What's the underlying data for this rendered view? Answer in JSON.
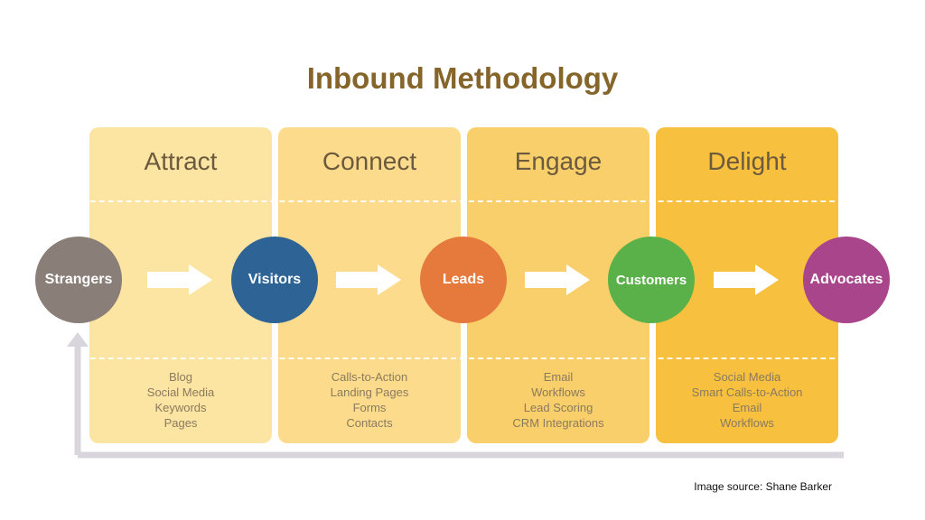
{
  "title": "Inbound Methodology",
  "stages": [
    {
      "name": "Attract",
      "items": [
        "Blog",
        "Social Media",
        "Keywords",
        "Pages"
      ],
      "color": "#fce4a3"
    },
    {
      "name": "Connect",
      "items": [
        "Calls-to-Action",
        "Landing Pages",
        "Forms",
        "Contacts"
      ],
      "color": "#fcdc8c"
    },
    {
      "name": "Engage",
      "items": [
        "Email",
        "Workflows",
        "Lead Scoring",
        "CRM Integrations"
      ],
      "color": "#f9cf6b"
    },
    {
      "name": "Delight",
      "items": [
        "Social Media",
        "Smart Calls-to-Action",
        "Email",
        "Workflows"
      ],
      "color": "#f7c03f"
    }
  ],
  "nodes": [
    {
      "label": "Strangers",
      "color": "#8a7e78"
    },
    {
      "label": "Visitors",
      "color": "#2e6396"
    },
    {
      "label": "Leads",
      "color": "#e67a3d"
    },
    {
      "label": "Customers",
      "color": "#5ab14a"
    },
    {
      "label": "Advocates",
      "color": "#a9458b"
    }
  ],
  "credit": "Image source: Shane Barker"
}
